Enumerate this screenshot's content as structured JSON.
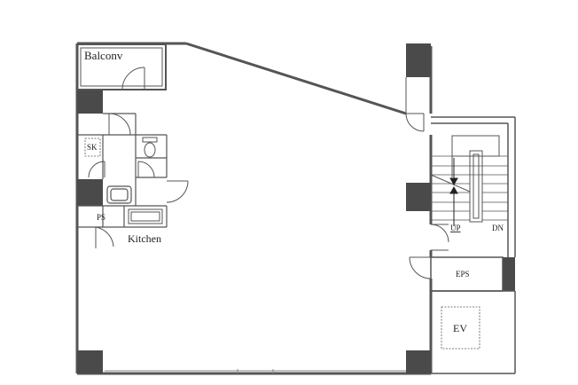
{
  "labels": {
    "balcony": "Balconv",
    "sk": "SK",
    "ps": "PS",
    "kitchen": "Kitchen",
    "up": "UP",
    "dn": "DN",
    "eps": "EPS",
    "ev": "EV"
  },
  "colors": {
    "wall": "#555555",
    "column": "#4a4a4a",
    "line": "#444444",
    "background": "#ffffff"
  }
}
